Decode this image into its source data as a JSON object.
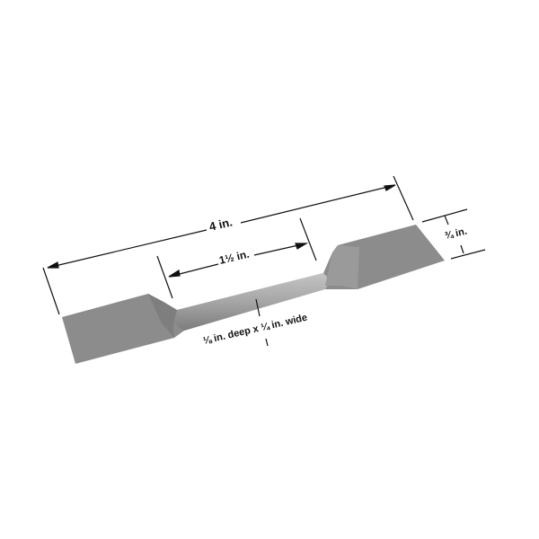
{
  "labels": {
    "overall_length": "4 in.",
    "gauge_length": "1½ in.",
    "tab_width": "¾ in.",
    "section": "⅛ in. deep x ¼ in. wide"
  },
  "colors": {
    "specimen": "#8a8a8a",
    "neck": "#a8a8a8",
    "line": "#111111"
  }
}
